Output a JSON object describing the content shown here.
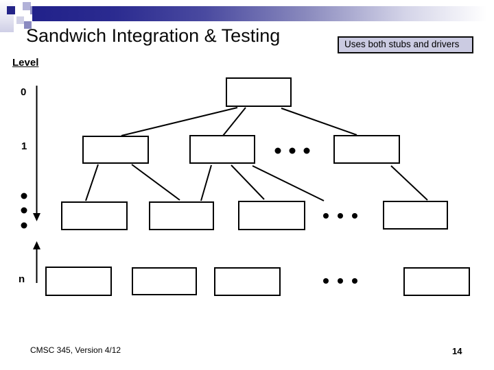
{
  "slide": {
    "title": "Sandwich Integration & Testing",
    "callout": "Uses both stubs and drivers",
    "level_axis": {
      "label": "Level",
      "top": "0",
      "mid": "1",
      "bottom": "n"
    },
    "footer": {
      "left": "CMSC 345, Version 4/12",
      "page": "14"
    }
  },
  "diagram": {
    "type": "tree",
    "rows": [
      {
        "level": "0",
        "boxes": 1,
        "ellipsis": false
      },
      {
        "level": "1",
        "boxes": 3,
        "ellipsis": true
      },
      {
        "level": "⋮",
        "boxes": 4,
        "ellipsis": true
      },
      {
        "level": "n",
        "boxes": 4,
        "ellipsis": true
      }
    ],
    "notes": "top-down arrow from level 0 to intermediate levels, bottom-up arrow toward level n; boxes are unlabeled modules"
  },
  "colors": {
    "accent_navy": "#232388",
    "callout_bg": "#cbcbe2",
    "line": "#000000",
    "background": "#ffffff"
  }
}
